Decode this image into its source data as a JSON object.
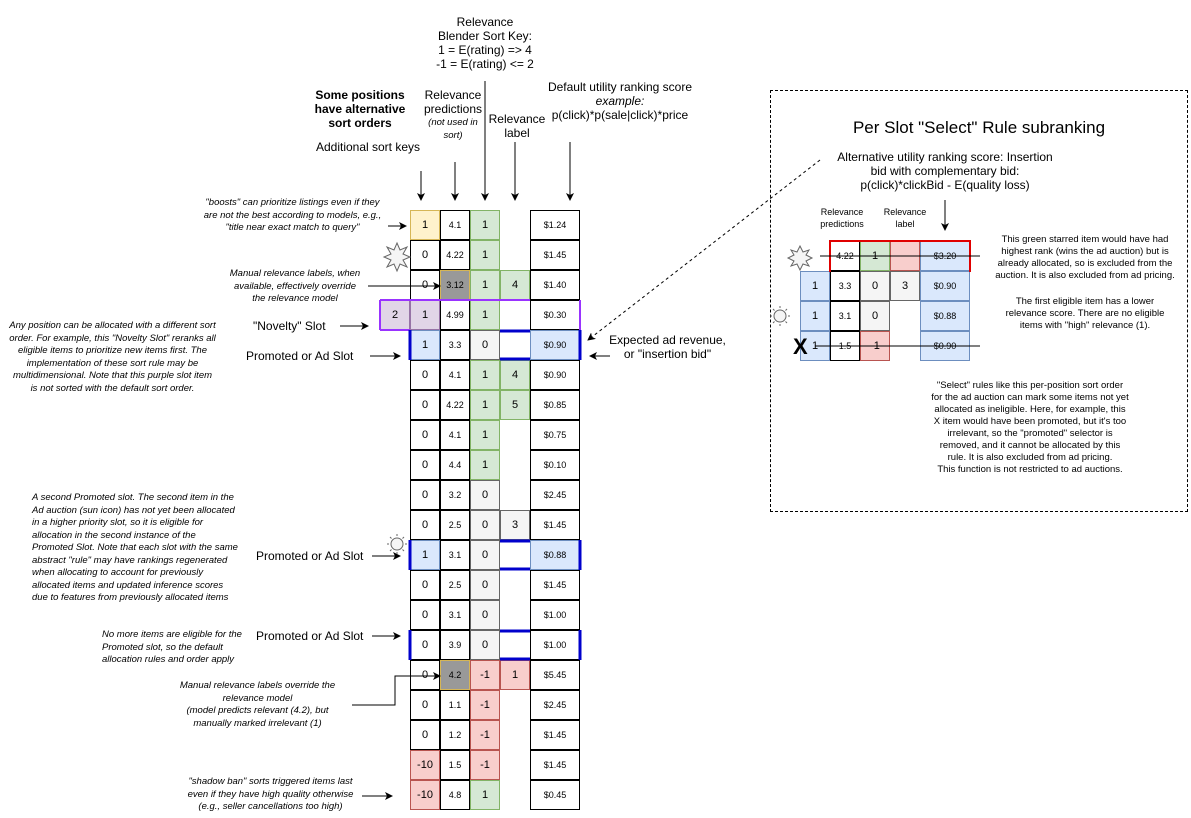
{
  "headers": {
    "blender": [
      "Relevance",
      "Blender Sort Key:",
      "1 = E(rating) =>  4",
      "-1 = E(rating) <= 2"
    ],
    "alt_sort": [
      "Some positions",
      "have alternative",
      "sort orders"
    ],
    "additional_keys": "Additional sort keys",
    "predictions": [
      "Relevance",
      "predictions"
    ],
    "predictions_note": [
      "(not used in",
      "sort)"
    ],
    "label": [
      "Relevance",
      "label"
    ],
    "utility": [
      "Default utility ranking score",
      "example:",
      "p(click)*p(sale|click)*price"
    ]
  },
  "left_notes": {
    "boosts": [
      "\"boosts\" can prioritize listings even if they",
      "are not the best according to models, e.g.,",
      "\"title near exact match to query\""
    ],
    "manual_labels": [
      "Manual relevance labels, when",
      "available, effectively override",
      "the relevance model"
    ],
    "novelty_slot": "\"Novelty\" Slot",
    "promoted_slot": "Promoted or Ad Slot",
    "novelty_explain": [
      "Any position can be allocated with a different sort",
      "order. For example, this \"Novelty Slot\" reranks all",
      "eligible items to prioritize new items first. The",
      "implementation of these sort rule may be",
      "multidimensional. Note that this purple slot item",
      "is not sorted with the default sort order."
    ],
    "second_promoted": [
      "A second Promoted slot. The second item in the",
      "Ad auction (sun icon) has not yet been allocated",
      "in a higher priority slot, so it is eligible for",
      "allocation in the second instance of the",
      "Promoted Slot. Note that each slot with the same",
      "abstract \"rule\" may have rankings regenerated",
      "when allocating to account for previously",
      "allocated items and updated inference scores",
      "due to features from previously allocated items"
    ],
    "no_more_eligible": [
      "No more items are eligible for the",
      "Promoted slot, so the default",
      "allocation rules and order apply"
    ],
    "manual_override": [
      "Manual relevance labels override the",
      "relevance model",
      "(model predicts relevant (4.2), but",
      "manually marked irrelevant (1)"
    ],
    "shadow_ban": [
      "\"shadow ban\" sorts triggered items last",
      "even if they have high quality otherwise",
      "(e.g., seller cancellations too high)"
    ]
  },
  "right_notes": {
    "expected_revenue": [
      "Expected ad revenue,",
      "or \"insertion bid\""
    ]
  },
  "novelty_extra_key": "2",
  "rows": [
    {
      "sort": "1",
      "pred": "4.1",
      "blend": "1",
      "label": "",
      "utility": "$1.24",
      "sortStyle": "yellow",
      "predStyle": "",
      "blendStyle": "green",
      "labelStyle": "none",
      "utilStyle": ""
    },
    {
      "sort": "0",
      "pred": "4.22",
      "blend": "1",
      "label": "",
      "utility": "$1.45",
      "sortStyle": "",
      "predStyle": "",
      "blendStyle": "green",
      "labelStyle": "none",
      "utilStyle": ""
    },
    {
      "sort": "0",
      "pred": "3.12",
      "blend": "1",
      "label": "4",
      "utility": "$1.40",
      "sortStyle": "",
      "predStyle": "dark",
      "blendStyle": "green",
      "labelStyle": "green",
      "utilStyle": ""
    },
    {
      "sort": "1",
      "pred": "4.99",
      "blend": "1",
      "label": "",
      "utility": "$0.30",
      "sortStyle": "purple",
      "predStyle": "",
      "blendStyle": "green",
      "labelStyle": "none",
      "utilStyle": ""
    },
    {
      "sort": "1",
      "pred": "3.3",
      "blend": "0",
      "label": "",
      "utility": "$0.90",
      "sortStyle": "blue",
      "predStyle": "",
      "blendStyle": "gray",
      "labelStyle": "none",
      "utilStyle": "blue"
    },
    {
      "sort": "0",
      "pred": "4.1",
      "blend": "1",
      "label": "4",
      "utility": "$0.90",
      "sortStyle": "",
      "predStyle": "",
      "blendStyle": "green",
      "labelStyle": "green",
      "utilStyle": ""
    },
    {
      "sort": "0",
      "pred": "4.22",
      "blend": "1",
      "label": "5",
      "utility": "$0.85",
      "sortStyle": "",
      "predStyle": "",
      "blendStyle": "green",
      "labelStyle": "green",
      "utilStyle": ""
    },
    {
      "sort": "0",
      "pred": "4.1",
      "blend": "1",
      "label": "",
      "utility": "$0.75",
      "sortStyle": "",
      "predStyle": "",
      "blendStyle": "green",
      "labelStyle": "none",
      "utilStyle": ""
    },
    {
      "sort": "0",
      "pred": "4.4",
      "blend": "1",
      "label": "",
      "utility": "$0.10",
      "sortStyle": "",
      "predStyle": "",
      "blendStyle": "green",
      "labelStyle": "none",
      "utilStyle": ""
    },
    {
      "sort": "0",
      "pred": "3.2",
      "blend": "0",
      "label": "",
      "utility": "$2.45",
      "sortStyle": "",
      "predStyle": "",
      "blendStyle": "gray",
      "labelStyle": "none",
      "utilStyle": ""
    },
    {
      "sort": "0",
      "pred": "2.5",
      "blend": "0",
      "label": "3",
      "utility": "$1.45",
      "sortStyle": "",
      "predStyle": "",
      "blendStyle": "gray",
      "labelStyle": "gray",
      "utilStyle": ""
    },
    {
      "sort": "1",
      "pred": "3.1",
      "blend": "0",
      "label": "",
      "utility": "$0.88",
      "sortStyle": "blue",
      "predStyle": "",
      "blendStyle": "gray",
      "labelStyle": "none",
      "utilStyle": "blue"
    },
    {
      "sort": "0",
      "pred": "2.5",
      "blend": "0",
      "label": "",
      "utility": "$1.45",
      "sortStyle": "",
      "predStyle": "",
      "blendStyle": "gray",
      "labelStyle": "none",
      "utilStyle": ""
    },
    {
      "sort": "0",
      "pred": "3.1",
      "blend": "0",
      "label": "",
      "utility": "$1.00",
      "sortStyle": "",
      "predStyle": "",
      "blendStyle": "gray",
      "labelStyle": "none",
      "utilStyle": ""
    },
    {
      "sort": "0",
      "pred": "3.9",
      "blend": "0",
      "label": "",
      "utility": "$1.00",
      "sortStyle": "",
      "predStyle": "",
      "blendStyle": "gray",
      "labelStyle": "none",
      "utilStyle": ""
    },
    {
      "sort": "0",
      "pred": "4.2",
      "blend": "-1",
      "label": "1",
      "utility": "$5.45",
      "sortStyle": "",
      "predStyle": "dark",
      "blendStyle": "red",
      "labelStyle": "red",
      "utilStyle": ""
    },
    {
      "sort": "0",
      "pred": "1.1",
      "blend": "-1",
      "label": "",
      "utility": "$2.45",
      "sortStyle": "",
      "predStyle": "",
      "blendStyle": "red",
      "labelStyle": "none",
      "utilStyle": ""
    },
    {
      "sort": "0",
      "pred": "1.2",
      "blend": "-1",
      "label": "",
      "utility": "$1.45",
      "sortStyle": "",
      "predStyle": "",
      "blendStyle": "red",
      "labelStyle": "none",
      "utilStyle": ""
    },
    {
      "sort": "-10",
      "pred": "1.5",
      "blend": "-1",
      "label": "",
      "utility": "$1.45",
      "sortStyle": "red",
      "predStyle": "",
      "blendStyle": "red",
      "labelStyle": "none",
      "utilStyle": ""
    },
    {
      "sort": "-10",
      "pred": "4.8",
      "blend": "1",
      "label": "",
      "utility": "$0.45",
      "sortStyle": "red",
      "predStyle": "",
      "blendStyle": "green",
      "labelStyle": "none",
      "utilStyle": ""
    }
  ],
  "subranking": {
    "title": "Per Slot \"Select\" Rule subranking",
    "alt_score": [
      "Alternative utility ranking score: Insertion",
      "bid with complementary bid:",
      "p(click)*clickBid - E(quality loss)"
    ],
    "col_pred": [
      "Relevance",
      "predictions"
    ],
    "col_label": [
      "Relevance",
      "label"
    ],
    "rows": [
      {
        "sort": "",
        "pred": "4.22",
        "blend": "1",
        "label": "",
        "utility": "$3.20",
        "icon": "star",
        "struck": true
      },
      {
        "sort": "1",
        "pred": "3.3",
        "blend": "0",
        "label": "3",
        "utility": "$0.90",
        "icon": "",
        "struck": false
      },
      {
        "sort": "1",
        "pred": "3.1",
        "blend": "0",
        "label": "",
        "utility": "$0.88",
        "icon": "sun",
        "struck": false
      },
      {
        "sort": "1",
        "pred": "1.5",
        "blend": "-1",
        "label": "",
        "utility": "$0.90",
        "icon": "x",
        "struck": true
      }
    ],
    "x_mark": "X",
    "note_starred": [
      "This green starred item would have had",
      "highest rank (wins the ad auction) but is",
      "already allocated, so is excluded from the",
      "auction. It is also excluded from ad pricing."
    ],
    "note_first_eligible": [
      "The first eligible item has a lower",
      "relevance score. There are no eligible",
      "items with \"high\" relevance (1)."
    ],
    "note_select": [
      "\"Select\" rules like this per-position sort order",
      "for the ad auction can mark some items not yet",
      "allocated as ineligible. Here, for example, this",
      "X item would have been promoted, but it's too",
      "irrelevant, so the \"promoted\" selector is",
      "removed, and it cannot be allocated by this",
      "rule. It is also excluded from ad pricing.",
      "This function is not restricted to ad auctions."
    ]
  }
}
